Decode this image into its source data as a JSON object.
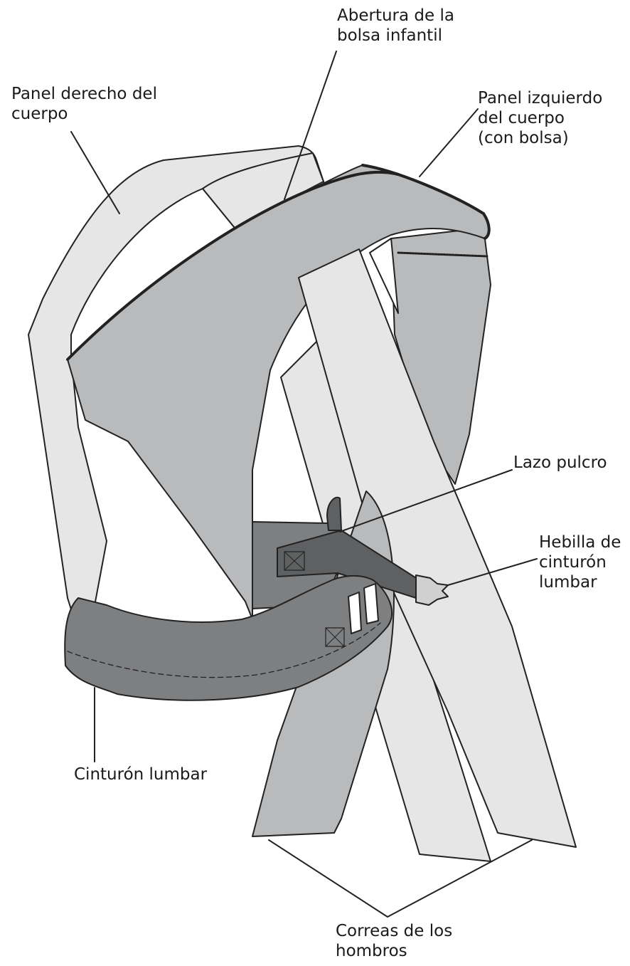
{
  "colors": {
    "light_panel": "#e6e6e6",
    "mid_panel": "#b9babc",
    "dark_panel": "#7e7f81",
    "darker_panel": "#5f6062",
    "outline": "#222222",
    "text": "#1a1a1a"
  },
  "labels": {
    "baby_pouch_opening": [
      "Abertura de la",
      "bolsa infantil"
    ],
    "right_body_panel": [
      "Panel derecho del",
      "cuerpo"
    ],
    "left_body_panel": [
      "Panel izquierdo",
      "del cuerpo",
      "(con bolsa)"
    ],
    "neat_loop": [
      "Lazo pulcro"
    ],
    "waist_belt_buckle": [
      "Hebilla de",
      "cinturón",
      "lumbar"
    ],
    "waist_belt": [
      "Cinturón lumbar"
    ],
    "shoulder_straps": [
      "Correas de los",
      "hombros"
    ]
  }
}
